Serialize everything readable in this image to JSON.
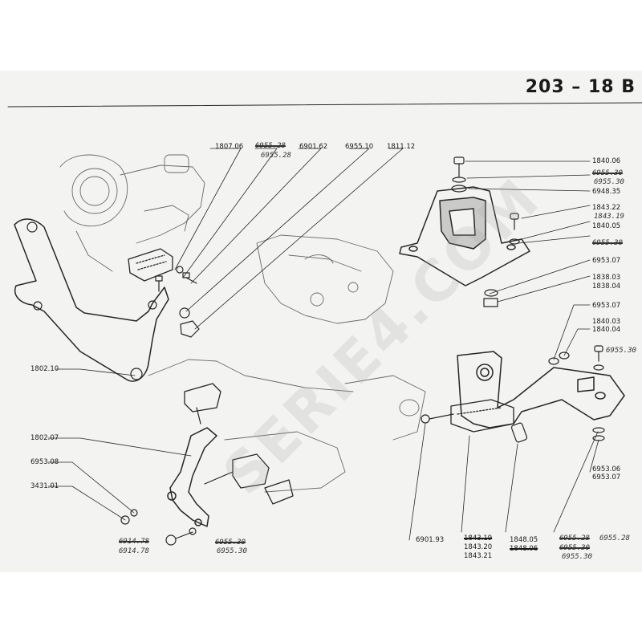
{
  "title": "203 – 18 B",
  "watermark": "SERIE4.COM",
  "labels": {
    "l1807_06": "1807.06",
    "l6955_28_top": "6955.28",
    "l6901_62": "6901.62",
    "l6955_10": "6955.10",
    "l1811_12": "1811.12",
    "l1840_06": "1840.06",
    "l6955_30_a": "6955.30",
    "l6948_35": "6948.35",
    "l1843_22": "1843.22",
    "l1843_19_hw": "1843.19",
    "l1840_05": "1840.05",
    "l6953_07_a": "6953.07",
    "l1838_03": "1838.03",
    "l1838_04": "1838.04",
    "l6953_07_b": "6953.07",
    "l1840_03": "1840.03",
    "l1840_04": "1840.04",
    "l6955_30_b": "6955.30",
    "l1802_10": "1802.10",
    "l1802_07": "1802.07",
    "l6953_08": "6953.08",
    "l3431_01": "3431.01",
    "l6914_78": "6914.78",
    "l6955_30_c": "6955.30",
    "l6901_93": "6901.93",
    "l1843_19": "1843.19",
    "l1843_20": "1843.20",
    "l1843_21": "1843.21",
    "l1848_05": "1848.05",
    "l1848_06": "1848.06",
    "l6955_28_bot": "6955.28",
    "l6955_30_d": "6955.30",
    "l6953_06": "6953.06",
    "l6953_07_c": "6953.07"
  }
}
